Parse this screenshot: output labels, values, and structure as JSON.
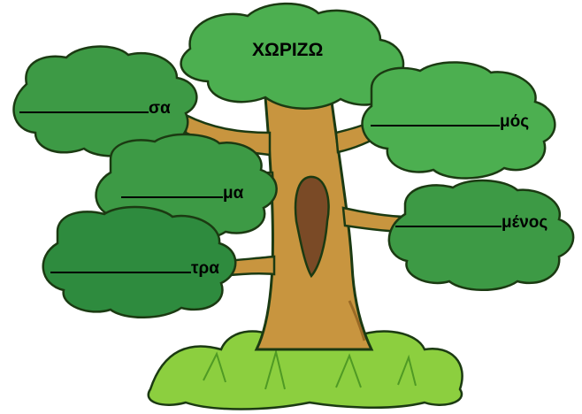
{
  "title": "ΧΩΡΙΖΩ",
  "exercise": {
    "blank_line": "",
    "suffixes": [
      "σα",
      "μα",
      "τρα",
      "μός",
      "μένος"
    ]
  },
  "colors": {
    "foliage_dark": "#2e8b3e",
    "foliage_mid": "#4caf50",
    "foliage_light": "#7dcf6a",
    "trunk": "#c8953f",
    "trunk_shadow": "#9a6a25",
    "hollow": "#7a4a26",
    "grass": "#8ccf3f",
    "outline": "#1b3a12"
  }
}
